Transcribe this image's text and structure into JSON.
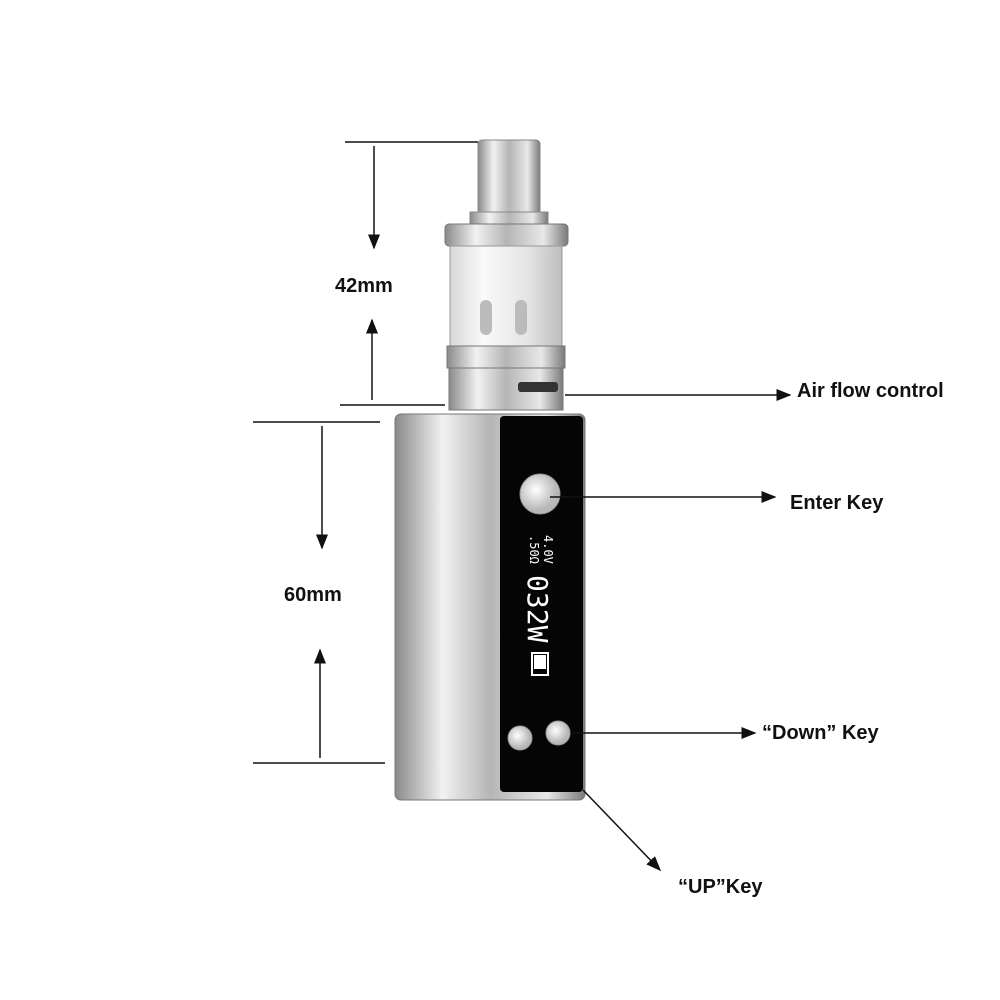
{
  "dimensions": {
    "tank_height": "42mm",
    "mod_height": "60mm"
  },
  "callouts": {
    "air_flow": "Air flow control",
    "enter": "Enter Key",
    "down": "“Down” Key",
    "up": "“UP”Key"
  },
  "screen": {
    "voltage": "4.0V",
    "resistance": ".50Ω",
    "wattage": "032W"
  }
}
